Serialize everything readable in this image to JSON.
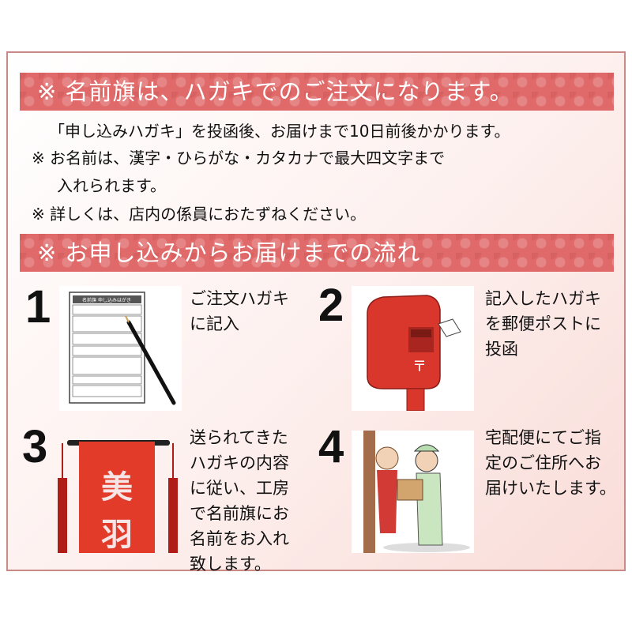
{
  "banners": {
    "top": "※ 名前旗は、ハガキでのご注文になります。",
    "flow": "※ お申し込みからお届けまでの流れ"
  },
  "notes": [
    "「申し込みハガキ」を投函後、お届けまで10日前後かかります。",
    "※ お名前は、漢字・ひらがな・カタカナで最大四文字まで",
    "入れられます。",
    "※ 詳しくは、店内の係員におたずねください。"
  ],
  "steps": [
    {
      "number": "1",
      "text": "ご注文ハガキ\nに記入",
      "image": "postcard-pen"
    },
    {
      "number": "2",
      "text": "記入したハガキ\nを郵便ポストに\n投函",
      "image": "mailbox"
    },
    {
      "number": "3",
      "text": "送られてきた\nハガキの内容\nに従い、工房\nで名前旗にお\n名前をお入れ\n致します。",
      "image": "name-banner",
      "banner_text": "美羽"
    },
    {
      "number": "4",
      "text": "宅配便にてご指\n定のご住所へお\n届けいたします。",
      "image": "delivery"
    }
  ],
  "postcard_title": "名前旗 申し込みはがき",
  "colors": {
    "banner": "#e06a6a",
    "border": "#c98a86",
    "mailbox": "#d9362c",
    "flag": "#e23b2a"
  }
}
